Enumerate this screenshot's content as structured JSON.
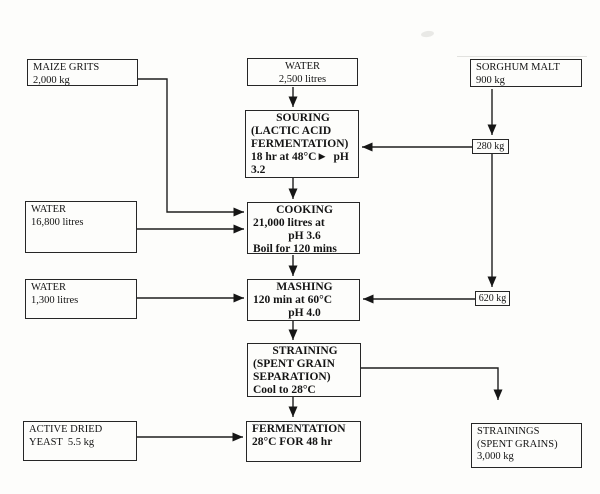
{
  "diagram": {
    "kind": "process-flowchart",
    "colors": {
      "ink": "#1a1a1a",
      "paper": "#fdfdfb"
    },
    "boxes": {
      "maize_grits": {
        "lines": [
          "MAIZE GRITS",
          "2,000 kg"
        ]
      },
      "water_souring": {
        "lines": [
          "WATER",
          "2,500 litres"
        ]
      },
      "sorghum_malt": {
        "lines": [
          "SORGHUM MALT",
          "900 kg"
        ]
      },
      "souring": {
        "lines": [
          "SOURING",
          "(LACTIC ACID",
          "FERMENTATION)",
          "18 hr at 48°C►  pH",
          "3.2"
        ]
      },
      "malt_280": {
        "lines": [
          "280 kg"
        ]
      },
      "water_cooking": {
        "lines": [
          "WATER",
          "16,800 litres"
        ]
      },
      "cooking": {
        "lines": [
          "COOKING",
          "21,000 litres at",
          "pH 3.6",
          "Boil for 120 mins"
        ]
      },
      "water_mashing": {
        "lines": [
          "WATER",
          "1,300 litres"
        ]
      },
      "mashing": {
        "lines": [
          "MASHING",
          "120 min at 60°C",
          "pH 4.0"
        ]
      },
      "malt_620": {
        "lines": [
          "620 kg"
        ]
      },
      "straining": {
        "lines": [
          "STRAINING",
          "(SPENT GRAIN",
          "SEPARATION)",
          "Cool to 28°C"
        ]
      },
      "yeast": {
        "lines": [
          "ACTIVE DRIED",
          "YEAST  5.5 kg"
        ]
      },
      "fermentation": {
        "lines": [
          "FERMENTATION",
          "28°C FOR 48 hr"
        ]
      },
      "strainings": {
        "lines": [
          "STRAININGS",
          "(SPENT GRAINS)",
          "3,000 kg"
        ]
      }
    }
  }
}
